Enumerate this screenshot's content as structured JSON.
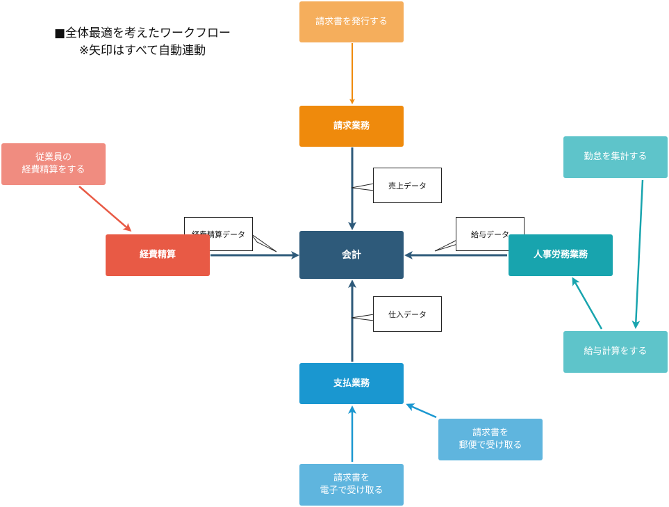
{
  "title": {
    "line1": "■全体最適を考えたワークフロー",
    "line2": "※矢印はすべて自動連動"
  },
  "nodes": {
    "issue_invoice": "請求書を発行する",
    "billing": "請求業務",
    "accounting": "会計",
    "expense_request": "従業員の\n経費精算をする",
    "expense_settlement": "経費精算",
    "attendance": "勤怠を集計する",
    "hr_labor": "人事労務業務",
    "payroll_calc": "給与計算をする",
    "payment": "支払業務",
    "invoice_mail": "請求書を\n郵便で受け取る",
    "invoice_electronic": "請求書を\n電子で受け取る"
  },
  "callouts": {
    "sales": "売上データ",
    "expense": "経費精算データ",
    "salary": "給与データ",
    "purchase": "仕入データ"
  },
  "colors": {
    "orange_light": "#F5AE5C",
    "orange": "#EF8A0C",
    "navy": "#2E5A7A",
    "salmon": "#F08C80",
    "red": "#E85A45",
    "teal_light": "#5EC4CA",
    "teal": "#18A4AE",
    "blue": "#1A97D0",
    "blue_light": "#5FB5DE"
  }
}
